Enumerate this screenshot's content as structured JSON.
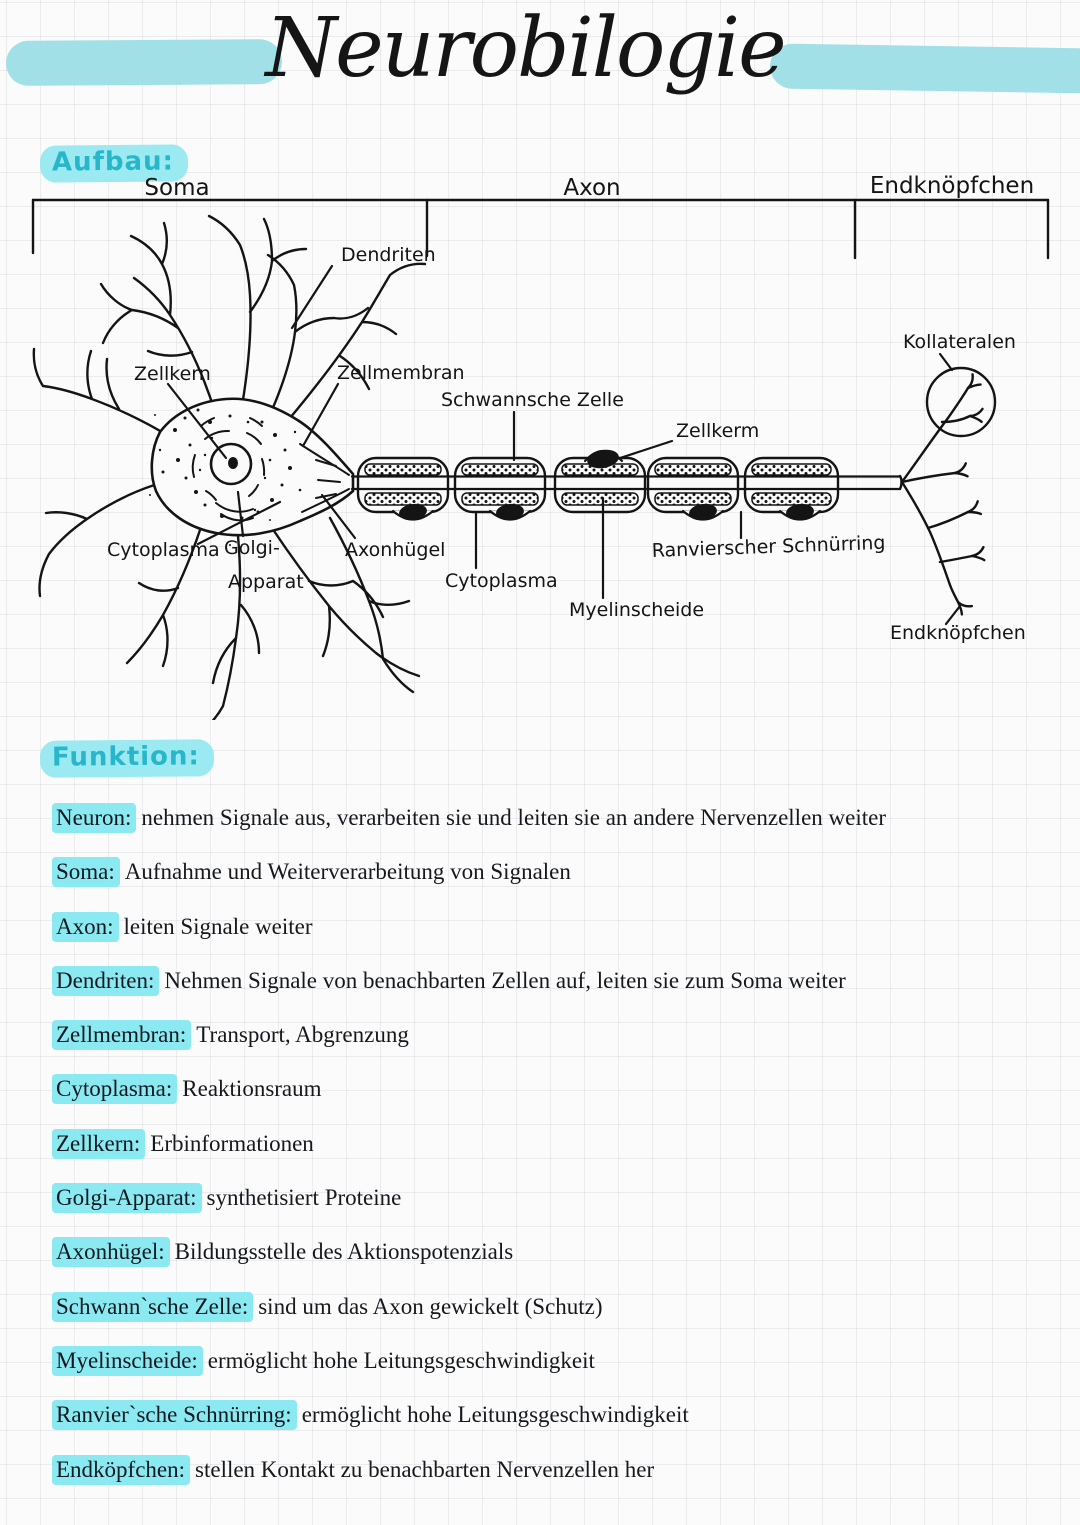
{
  "page": {
    "title": "Neurobilogie"
  },
  "colors": {
    "term_highlight": "#8BE9F1",
    "heading_text": "#28B6CA",
    "heading_highlight": "#9CEAF1",
    "title_bar": "#A0E0E6",
    "ink": "#141414",
    "paper": "#FBFBFC"
  },
  "sections": {
    "aufbau": "Aufbau:",
    "funktion": "Funktion:"
  },
  "diagram": {
    "bracket_sections": [
      "Soma",
      "Axon",
      "Endknöpfchen"
    ],
    "labels": {
      "dendriten": "Dendriten",
      "zellkern": "Zellkern",
      "zellmembran": "Zellmembran",
      "schwannsche_zelle": "Schwannsche Zelle",
      "zellkerm": "Zellkerm",
      "kollateralen": "Kollateralen",
      "cytoplasma_soma": "Cytoplasma",
      "golgi_line1": "Golgi-",
      "golgi_line2": "Apparat",
      "axonhuegel": "Axonhügel",
      "cytoplasma_axon": "Cytoplasma",
      "myelinscheide": "Myelinscheide",
      "ranvierscher_schnuerring": "Ranvierscher Schnürring",
      "endknoepfchen": "Endknöpfchen"
    }
  },
  "funktion": {
    "items": [
      {
        "term": "Neuron:",
        "text": "nehmen Signale aus, verarbeiten sie und leiten sie an andere Nervenzellen weiter"
      },
      {
        "term": "Soma:",
        "text": "Aufnahme und Weiterverarbeitung von Signalen"
      },
      {
        "term": "Axon:",
        "text": "leiten Signale weiter"
      },
      {
        "term": "Dendriten:",
        "text": "Nehmen Signale von benachbarten Zellen auf, leiten sie zum Soma weiter"
      },
      {
        "term": "Zellmembran:",
        "text": "Transport, Abgrenzung"
      },
      {
        "term": "Cytoplasma:",
        "text": "Reaktionsraum"
      },
      {
        "term": "Zellkern:",
        "text": "Erbinformationen"
      },
      {
        "term": "Golgi-Apparat:",
        "text": "synthetisiert Proteine"
      },
      {
        "term": "Axonhügel:",
        "text": "Bildungsstelle des Aktionspotenzials"
      },
      {
        "term": "Schwann`sche Zelle:",
        "text": "sind um das Axon gewickelt (Schutz)"
      },
      {
        "term": "Myelinscheide:",
        "text": "ermöglicht hohe Leitungsgeschwindigkeit"
      },
      {
        "term": "Ranvier`sche Schnürring:",
        "text": "ermöglicht hohe Leitungsgeschwindigkeit"
      },
      {
        "term": "Endköpfchen:",
        "text": "stellen Kontakt zu benachbarten Nervenzellen her"
      }
    ]
  }
}
